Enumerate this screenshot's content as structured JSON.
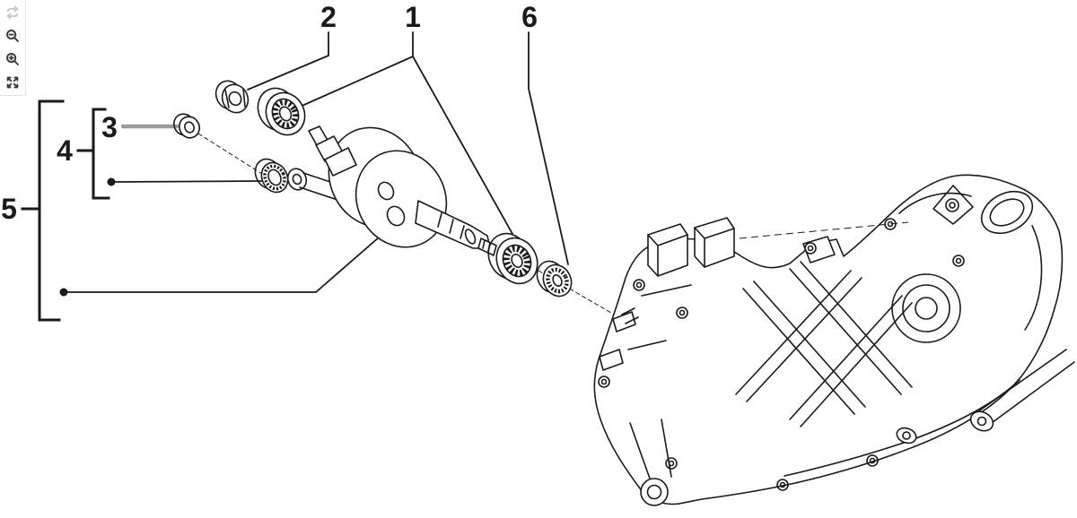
{
  "toolbar": {
    "buttons": [
      {
        "name": "reset-view",
        "icon": "loop-refresh-icon",
        "disabled": true
      },
      {
        "name": "zoom-out",
        "icon": "magnifier-minus-icon",
        "disabled": false
      },
      {
        "name": "zoom-in",
        "icon": "magnifier-plus-icon",
        "disabled": false
      },
      {
        "name": "fullscreen",
        "icon": "expand-arrows-icon",
        "disabled": false
      }
    ]
  },
  "diagram": {
    "type": "exploded-parts-drawing",
    "callouts": [
      {
        "label": "2"
      },
      {
        "label": "1"
      },
      {
        "label": "6"
      },
      {
        "label": "3"
      },
      {
        "label": "4"
      },
      {
        "label": "5"
      }
    ]
  },
  "colors": {
    "line": "#1a1a1a",
    "leader_gray": "#9c9c9c",
    "icon": "#3a3a3a",
    "icon_disabled": "#c9c9c9",
    "toolbar_border": "#e2e2e2",
    "background": "#ffffff"
  }
}
